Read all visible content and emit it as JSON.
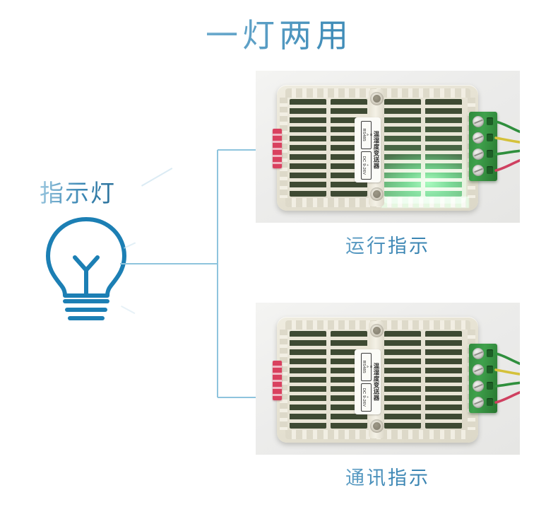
{
  "page": {
    "title": "一灯两用",
    "background_color": "#ffffff",
    "accent_color": "#3f8cba",
    "accent_light": "#a8cfe4"
  },
  "left_panel": {
    "label": "指示灯",
    "icon": "lightbulb-icon"
  },
  "connector": {
    "line_color": "#8ec4dd",
    "type": "bracket"
  },
  "items": [
    {
      "caption": "运行指示",
      "state": "lit",
      "photo_alt": "温湿度变送器 with green LEDs illuminated",
      "device": {
        "label_title": "温湿度变送器",
        "boxes": [
          {
            "main": "RS485",
            "pins": [
              "B",
              "A"
            ]
          },
          {
            "main": "DC 9-26V",
            "pins": [
              "-",
              "+"
            ]
          }
        ],
        "terminal_color": "#3fa14c",
        "terminal_pins": 4,
        "connector_color": "#d9415f",
        "glow_color": "#50f58c"
      }
    },
    {
      "caption": "通讯指示",
      "state": "unlit",
      "photo_alt": "温湿度变送器 with LEDs off",
      "device": {
        "label_title": "温湿度变送器",
        "boxes": [
          {
            "main": "RS485",
            "pins": [
              "B",
              "A"
            ]
          },
          {
            "main": "DC 9-26V",
            "pins": [
              "-",
              "+"
            ]
          }
        ],
        "terminal_color": "#3fa14c",
        "terminal_pins": 4,
        "connector_color": "#d9415f",
        "glow_color": "#50f58c"
      }
    }
  ]
}
